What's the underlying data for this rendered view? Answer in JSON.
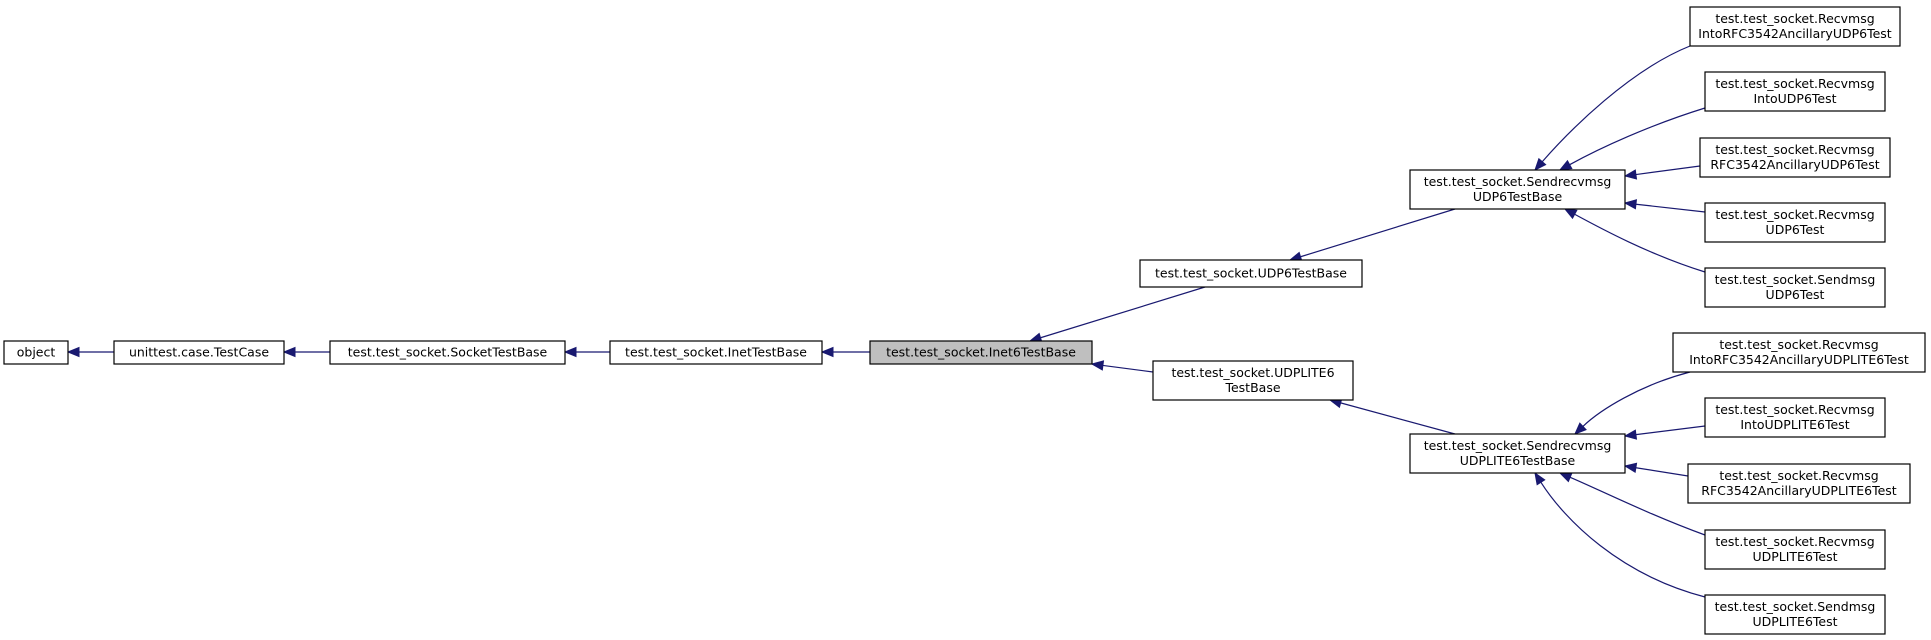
{
  "diagram": {
    "type": "class-inheritance-graph",
    "colors": {
      "edge": "#191970",
      "highlight_fill": "#bfbfbf",
      "node_border": "#000000"
    },
    "nodes": [
      {
        "id": "object",
        "lines": [
          "object"
        ]
      },
      {
        "id": "testcase",
        "lines": [
          "unittest.case.TestCase"
        ]
      },
      {
        "id": "sockettestbase",
        "lines": [
          "test.test_socket.SocketTestBase"
        ]
      },
      {
        "id": "inettestbase",
        "lines": [
          "test.test_socket.InetTestBase"
        ]
      },
      {
        "id": "inet6testbase",
        "lines": [
          "test.test_socket.Inet6TestBase"
        ],
        "highlighted": true
      },
      {
        "id": "udp6testbase",
        "lines": [
          "test.test_socket.UDP6TestBase"
        ]
      },
      {
        "id": "udplite6testbase",
        "lines": [
          "test.test_socket.UDPLITE6",
          "TestBase"
        ]
      },
      {
        "id": "sendrecvmsgudp6",
        "lines": [
          "test.test_socket.Sendrecvmsg",
          "UDP6TestBase"
        ]
      },
      {
        "id": "sendrecvmsgudplite6",
        "lines": [
          "test.test_socket.Sendrecvmsg",
          "UDPLITE6TestBase"
        ]
      },
      {
        "id": "r_into_rfc_udp6",
        "lines": [
          "test.test_socket.Recvmsg",
          "IntoRFC3542AncillaryUDP6Test"
        ]
      },
      {
        "id": "r_into_udp6",
        "lines": [
          "test.test_socket.Recvmsg",
          "IntoUDP6Test"
        ]
      },
      {
        "id": "r_rfc_udp6",
        "lines": [
          "test.test_socket.Recvmsg",
          "RFC3542AncillaryUDP6Test"
        ]
      },
      {
        "id": "r_udp6",
        "lines": [
          "test.test_socket.Recvmsg",
          "UDP6Test"
        ]
      },
      {
        "id": "s_udp6",
        "lines": [
          "test.test_socket.Sendmsg",
          "UDP6Test"
        ]
      },
      {
        "id": "r_into_rfc_udplite6",
        "lines": [
          "test.test_socket.Recvmsg",
          "IntoRFC3542AncillaryUDPLITE6Test"
        ]
      },
      {
        "id": "r_into_udplite6",
        "lines": [
          "test.test_socket.Recvmsg",
          "IntoUDPLITE6Test"
        ]
      },
      {
        "id": "r_rfc_udplite6",
        "lines": [
          "test.test_socket.Recvmsg",
          "RFC3542AncillaryUDPLITE6Test"
        ]
      },
      {
        "id": "r_udplite6",
        "lines": [
          "test.test_socket.Recvmsg",
          "UDPLITE6Test"
        ]
      },
      {
        "id": "s_udplite6",
        "lines": [
          "test.test_socket.Sendmsg",
          "UDPLITE6Test"
        ]
      }
    ],
    "edges": [
      {
        "from": "testcase",
        "to": "object"
      },
      {
        "from": "sockettestbase",
        "to": "testcase"
      },
      {
        "from": "inettestbase",
        "to": "sockettestbase"
      },
      {
        "from": "inet6testbase",
        "to": "inettestbase"
      },
      {
        "from": "udp6testbase",
        "to": "inet6testbase"
      },
      {
        "from": "udplite6testbase",
        "to": "inet6testbase"
      },
      {
        "from": "sendrecvmsgudp6",
        "to": "udp6testbase"
      },
      {
        "from": "sendrecvmsgudplite6",
        "to": "udplite6testbase"
      },
      {
        "from": "r_into_rfc_udp6",
        "to": "sendrecvmsgudp6"
      },
      {
        "from": "r_into_udp6",
        "to": "sendrecvmsgudp6"
      },
      {
        "from": "r_rfc_udp6",
        "to": "sendrecvmsgudp6"
      },
      {
        "from": "r_udp6",
        "to": "sendrecvmsgudp6"
      },
      {
        "from": "s_udp6",
        "to": "sendrecvmsgudp6"
      },
      {
        "from": "r_into_rfc_udplite6",
        "to": "sendrecvmsgudplite6"
      },
      {
        "from": "r_into_udplite6",
        "to": "sendrecvmsgudplite6"
      },
      {
        "from": "r_rfc_udplite6",
        "to": "sendrecvmsgudplite6"
      },
      {
        "from": "r_udplite6",
        "to": "sendrecvmsgudplite6"
      },
      {
        "from": "s_udplite6",
        "to": "sendrecvmsgudplite6"
      }
    ]
  }
}
